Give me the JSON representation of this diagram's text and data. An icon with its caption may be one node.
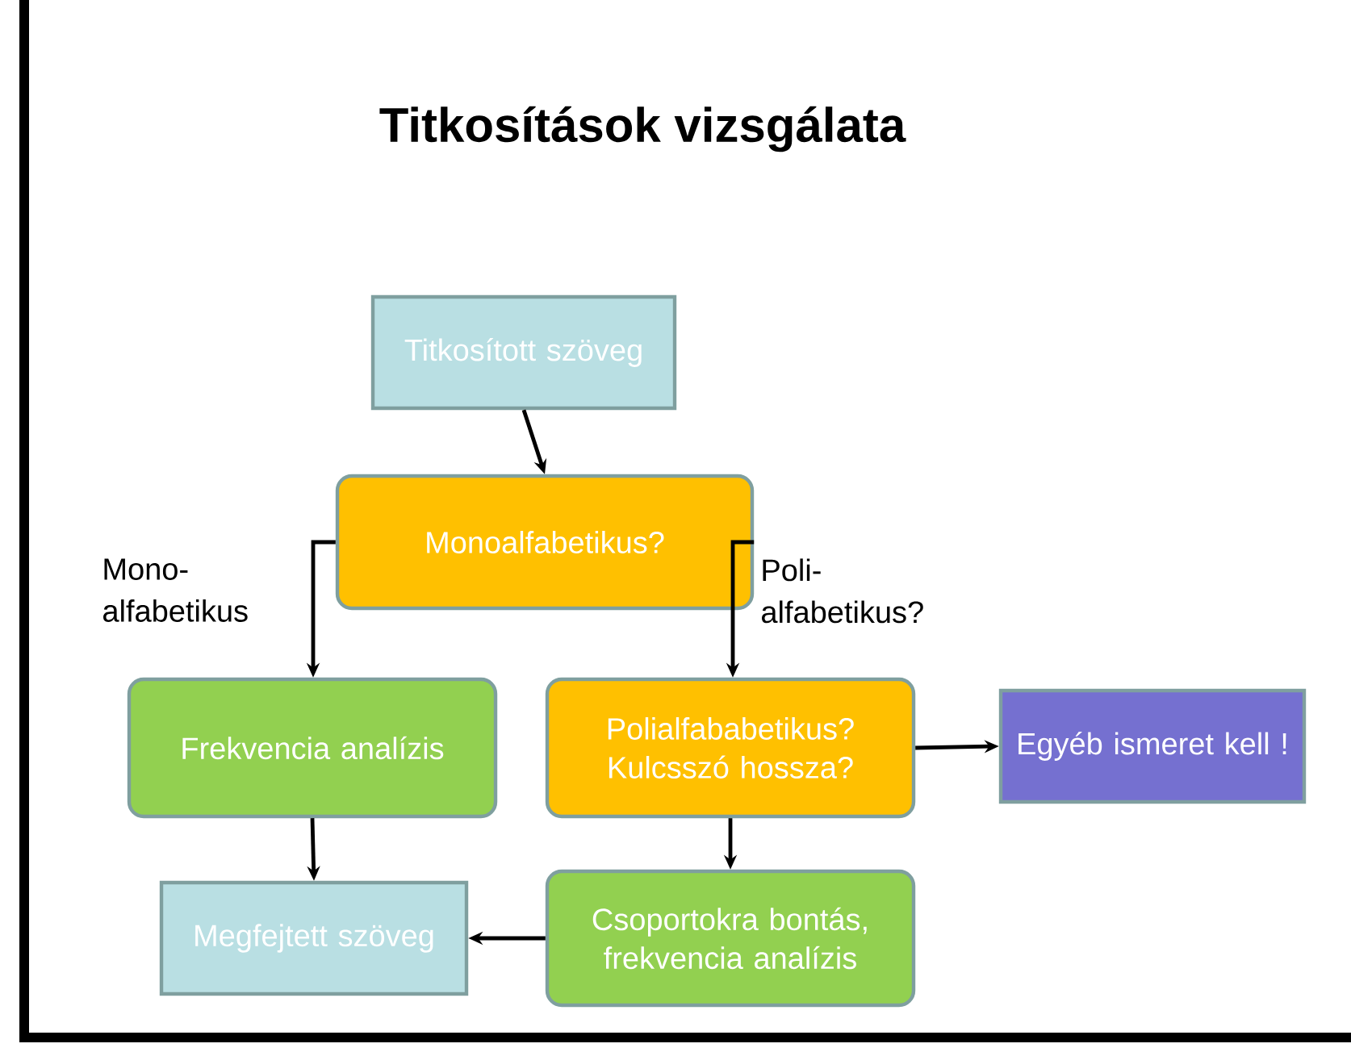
{
  "diagram": {
    "title": "Titkosítások vizsgálata",
    "nodes": [
      {
        "text": [
          "Titkosított szöveg"
        ]
      },
      {
        "text": [
          "Monoalfabetikus?"
        ]
      },
      {
        "text": [
          "Frekvencia analízis"
        ]
      },
      {
        "text": [
          "Polialfababetikus? Kulcsszó hossza?"
        ]
      },
      {
        "text": [
          "Egyéb ismeret kell !"
        ]
      },
      {
        "text": [
          "Megfejtett szöveg"
        ]
      },
      {
        "text": [
          "Csoportokra bontás, frekvencia analízis"
        ]
      }
    ],
    "edges": [
      {
        "from": 0,
        "to": 1,
        "arrow": "to"
      },
      {
        "from": 1,
        "to": 2,
        "arrow": "to",
        "label": "Mono- alfabetikus"
      },
      {
        "from": 1,
        "to": 3,
        "arrow": "to",
        "label": "Poli- alfabetikus?"
      },
      {
        "from": 3,
        "to": 4,
        "arrow": "to"
      },
      {
        "from": 2,
        "to": 5,
        "arrow": "to"
      },
      {
        "from": 3,
        "to": 6,
        "arrow": "to"
      },
      {
        "from": 6,
        "to": 5,
        "arrow": "to"
      }
    ]
  }
}
